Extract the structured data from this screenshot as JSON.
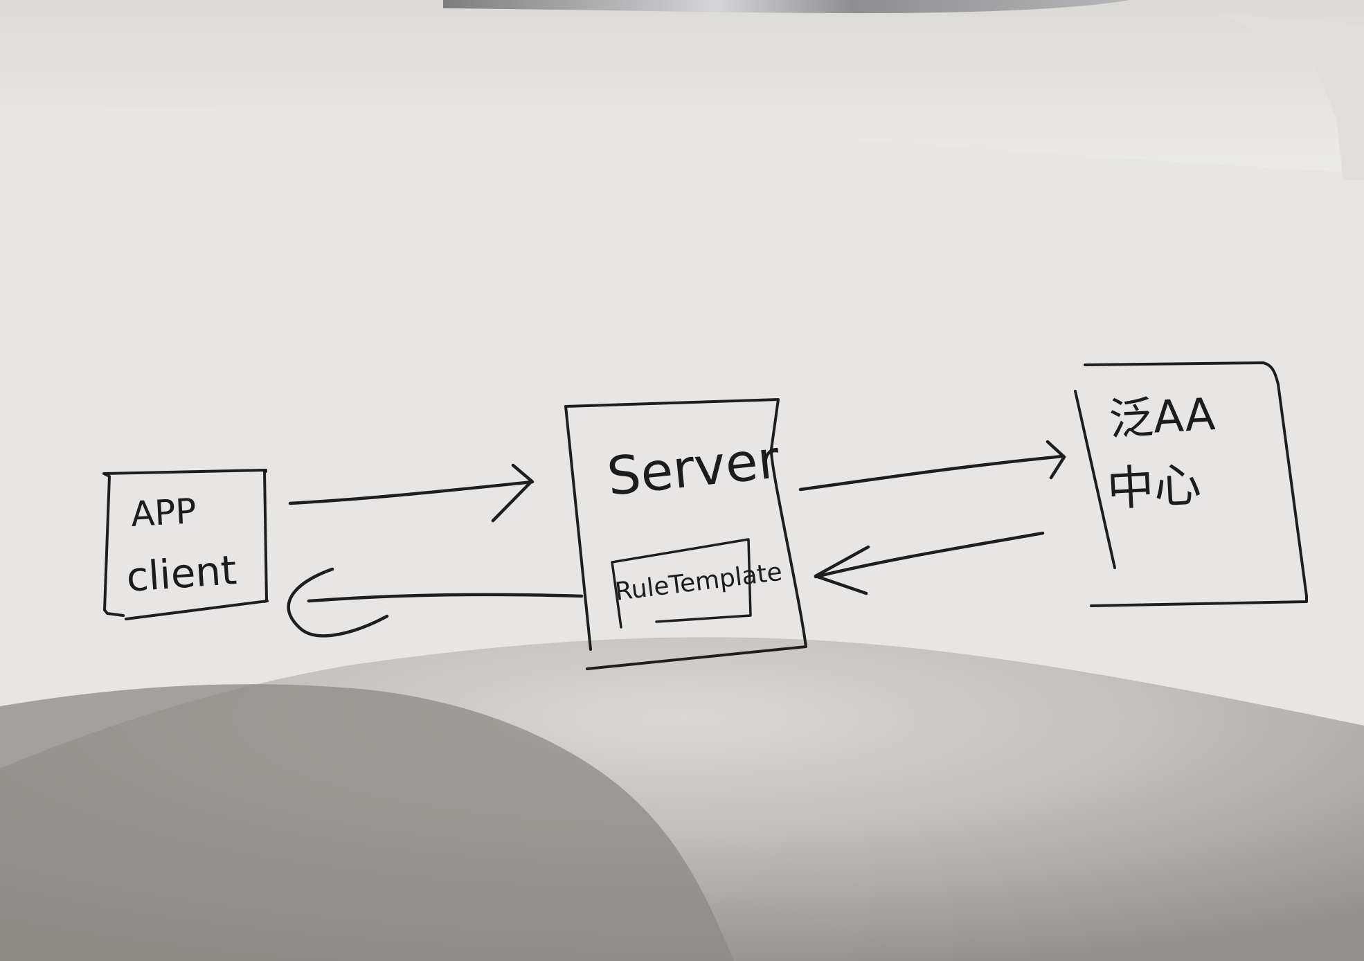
{
  "nodes": {
    "app_client": {
      "line1": "APP",
      "line2": "client"
    },
    "server": {
      "label": "Server"
    },
    "rule_template": {
      "label": "RuleTemplate"
    },
    "center": {
      "line1": "泛AA",
      "line2": "中心"
    }
  },
  "colors": {
    "ink": "#1f1e1e",
    "paper": "#e8e6e4",
    "shadow": "#7f7c79"
  }
}
